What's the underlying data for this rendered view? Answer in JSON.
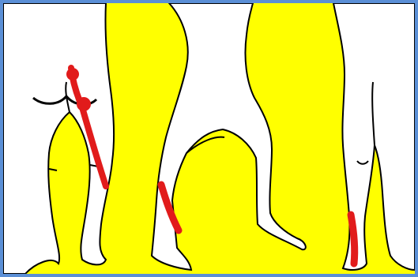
{
  "image": {
    "description_kind": "illustration",
    "colors": {
      "frame_border": "#5b8fd6",
      "background": "#ffff00",
      "figure_fill": "#ffffff",
      "outline": "#000000",
      "pain_path": "#e11b1b"
    },
    "panels": [
      {
        "view": "back-view-legs",
        "highlight": "buttock-to-calf"
      },
      {
        "view": "side-view-legs",
        "highlight": "calf"
      },
      {
        "view": "front-view-legs",
        "highlight": "ankle-to-foot"
      }
    ]
  }
}
